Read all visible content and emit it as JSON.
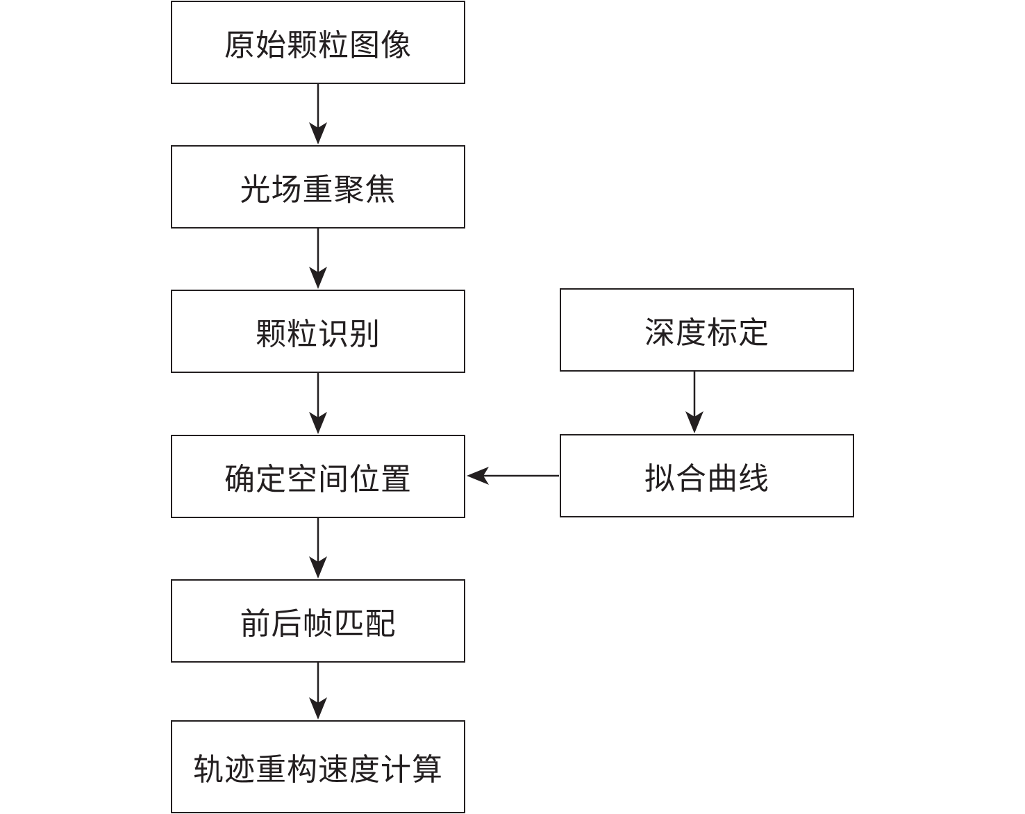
{
  "colors": {
    "stroke": "#231f20",
    "background": "#ffffff"
  },
  "nodes": {
    "raw_image": "原始颗粒图像",
    "refocus": "光场重聚焦",
    "particle_recognition": "颗粒识别",
    "spatial_position": "确定空间位置",
    "frame_matching": "前后帧匹配",
    "trajectory_velocity": "轨迹重构速度计算",
    "depth_calibration": "深度标定",
    "curve_fitting": "拟合曲线"
  },
  "edges": [
    {
      "from": "raw_image",
      "to": "refocus"
    },
    {
      "from": "refocus",
      "to": "particle_recognition"
    },
    {
      "from": "particle_recognition",
      "to": "spatial_position"
    },
    {
      "from": "spatial_position",
      "to": "frame_matching"
    },
    {
      "from": "frame_matching",
      "to": "trajectory_velocity"
    },
    {
      "from": "depth_calibration",
      "to": "curve_fitting"
    },
    {
      "from": "curve_fitting",
      "to": "spatial_position"
    }
  ]
}
